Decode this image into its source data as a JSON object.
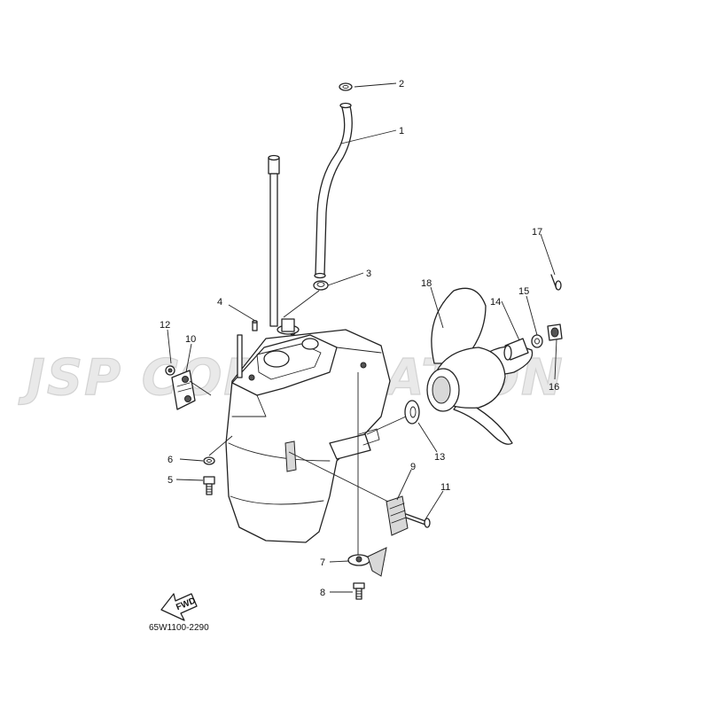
{
  "watermark": "JSP CORPORATION",
  "fwd_label": "FWD",
  "diagram_code": "65W1100-2290",
  "callouts": {
    "c1": "1",
    "c2": "2",
    "c3": "3",
    "c4": "4",
    "c5": "5",
    "c6": "6",
    "c7": "7",
    "c8": "8",
    "c9": "9",
    "c10": "10",
    "c11": "11",
    "c12": "12",
    "c13": "13",
    "c14": "14",
    "c15": "15",
    "c16": "16",
    "c17": "17",
    "c18": "18"
  }
}
